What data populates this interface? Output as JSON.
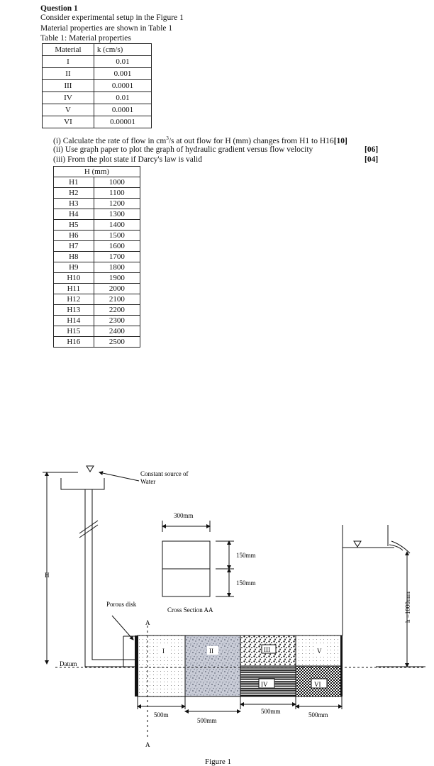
{
  "question": {
    "title": "Question 1",
    "intro1": "Consider experimental setup in the Figure 1",
    "intro2": "Material properties are shown in Table 1",
    "table_caption": "Table 1: Material properties"
  },
  "materials_table": {
    "headers": [
      "Material",
      "k (cm/s)"
    ],
    "rows": [
      [
        "I",
        "0.01"
      ],
      [
        "II",
        "0.001"
      ],
      [
        "III",
        "0.0001"
      ],
      [
        "IV",
        "0.01"
      ],
      [
        "V",
        "0.0001"
      ],
      [
        "VI",
        "0.00001"
      ]
    ]
  },
  "tasks": [
    {
      "text_pre": "(i) Calculate the rate of flow in cm",
      "sup": "3",
      "text_post": "/s at out flow for H (mm) changes from H1 to H16",
      "marks": "[10]"
    },
    {
      "text": "(ii) Use graph paper to plot the graph of hydraulic gradient versus flow velocity",
      "marks": "[06]"
    },
    {
      "text": "(iii) From the plot state if Darcy's law is valid",
      "marks": "[04]"
    }
  ],
  "h_table": {
    "header": "H (mm)",
    "rows": [
      [
        "H1",
        "1000"
      ],
      [
        "H2",
        "1100"
      ],
      [
        "H3",
        "1200"
      ],
      [
        "H4",
        "1300"
      ],
      [
        "H5",
        "1400"
      ],
      [
        "H6",
        "1500"
      ],
      [
        "H7",
        "1600"
      ],
      [
        "H8",
        "1700"
      ],
      [
        "H9",
        "1800"
      ],
      [
        "H10",
        "1900"
      ],
      [
        "H11",
        "2000"
      ],
      [
        "H12",
        "2100"
      ],
      [
        "H13",
        "2200"
      ],
      [
        "H14",
        "2300"
      ],
      [
        "H15",
        "2400"
      ],
      [
        "H16",
        "2500"
      ]
    ]
  },
  "figure": {
    "constant_source": [
      "Constant source of",
      "Water"
    ],
    "dim_300": "300mm",
    "dim_150_top": "150mm",
    "dim_150_bottom": "150mm",
    "cross_section": "Cross Section AA",
    "porous_disk": "Porous disk",
    "label_H": "H",
    "datum": "Datum",
    "section_A_top": "A",
    "section_A_bottom": "A",
    "mat_I": "I",
    "mat_II": "II",
    "mat_III": "III",
    "mat_IV": "IV",
    "mat_V": "V",
    "mat_VI": "VI",
    "dim_500m": "500m",
    "dim_500mm_a": "500mm",
    "dim_500mm_b": "500mm",
    "dim_500mm_c": "500mm",
    "h_label": "h =1000mm",
    "caption": "Figure 1"
  }
}
